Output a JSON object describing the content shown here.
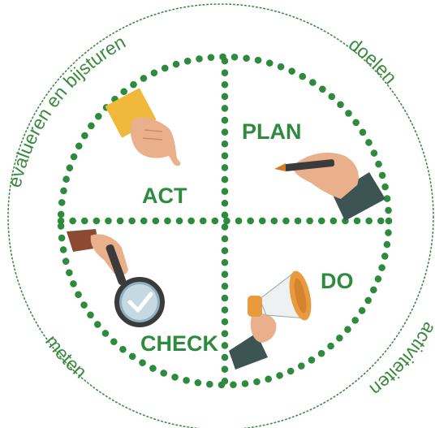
{
  "quadrants": {
    "plan": "PLAN",
    "do": "DO",
    "check": "CHECK",
    "act": "ACT"
  },
  "outer_labels": {
    "top_left": "evalueren en bijsturen",
    "top_right": "doelen",
    "bottom_right": "activiteiten",
    "bottom_left": "meten"
  },
  "colors": {
    "dots": "#2e8b3d",
    "outer_ring": "#3a8a3f",
    "text": "#2e8b3d"
  },
  "icons": [
    "pointing-hand-icon",
    "writing-hand-icon",
    "megaphone-icon",
    "magnifier-check-icon"
  ]
}
